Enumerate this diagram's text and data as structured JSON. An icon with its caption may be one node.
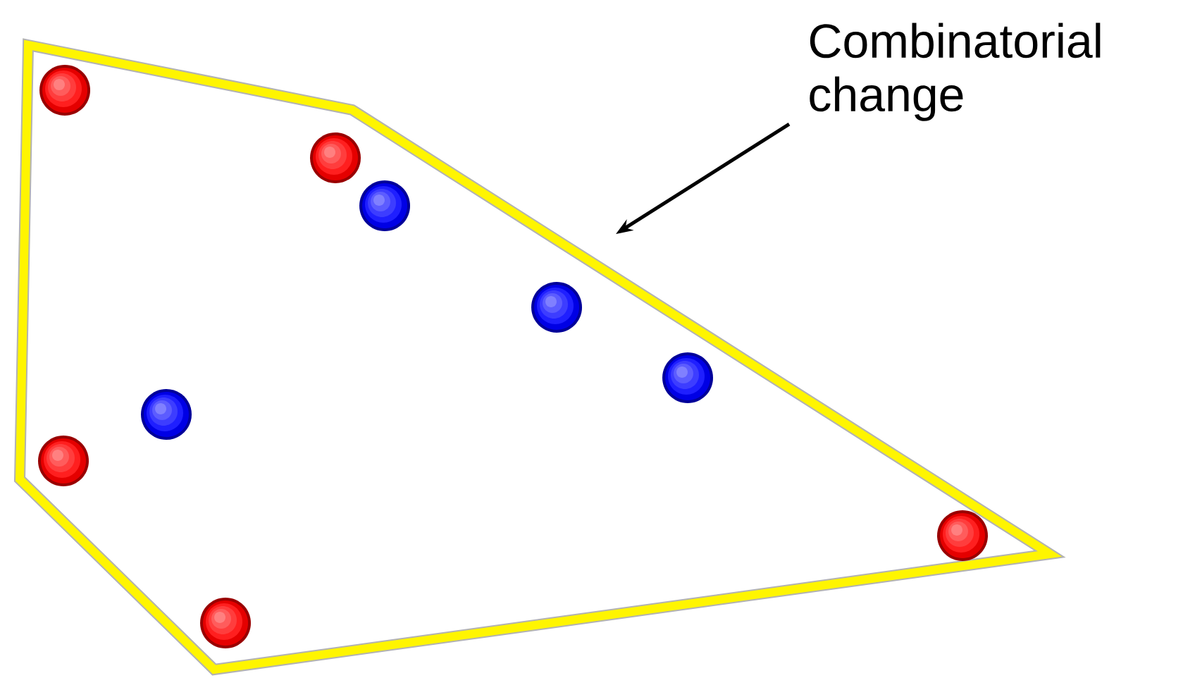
{
  "diagram": {
    "nodes": [
      {
        "text": [
          "Combinatorial change"
        ]
      },
      {
        "text": [],
        "shape": "polygon"
      }
    ],
    "edges": [
      {
        "from": 0,
        "to": 1,
        "arrow": "to"
      }
    ]
  }
}
